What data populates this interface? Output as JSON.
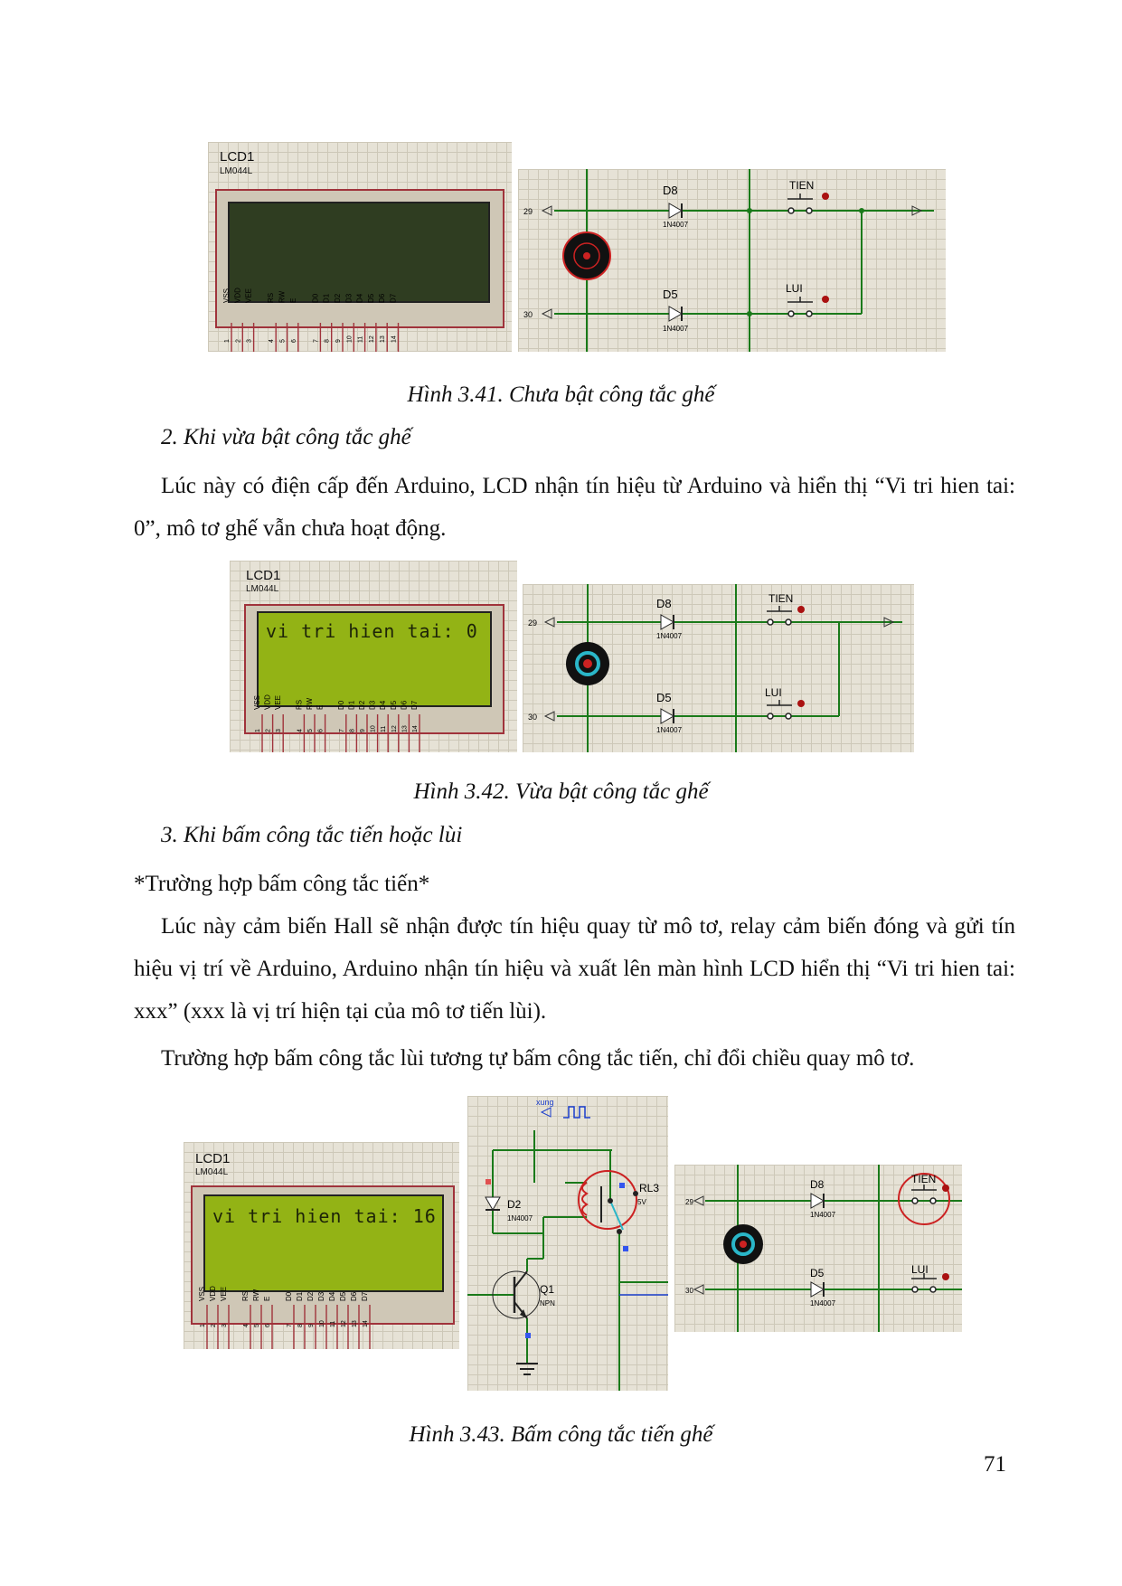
{
  "figures": [
    {
      "caption": "Hình 3.41. Chưa bật công tắc ghế",
      "lcd": {
        "title": "LCD1",
        "model": "LM044L",
        "screen_on": false,
        "text": ""
      },
      "circuit": {
        "diode_top": "D8",
        "diode_top_model": "1N4007",
        "diode_bottom": "D5",
        "diode_bottom_model": "1N4007",
        "switch_top": "TIEN",
        "switch_bottom": "LUI",
        "terminal_top": "29",
        "terminal_bottom": "30"
      }
    },
    {
      "caption": "Hình 3.42. Vừa bật công tắc ghế",
      "lcd": {
        "title": "LCD1",
        "model": "LM044L",
        "screen_on": true,
        "text": "vi tri hien tai: 0"
      },
      "circuit": {
        "diode_top": "D8",
        "diode_top_model": "1N4007",
        "diode_bottom": "D5",
        "diode_bottom_model": "1N4007",
        "switch_top": "TIEN",
        "switch_bottom": "LUI",
        "terminal_top": "29",
        "terminal_bottom": "30"
      }
    },
    {
      "caption": "Hình 3.43. Bấm công tắc tiến ghế",
      "lcd": {
        "title": "LCD1",
        "model": "LM044L",
        "screen_on": true,
        "text": "vi tri hien tai: 16"
      },
      "relay": {
        "signal": "xung",
        "diode": "D2",
        "diode_model": "1N4007",
        "relay": "RL3",
        "relay_voltage": "5V",
        "transistor": "Q1",
        "transistor_type": "NPN"
      },
      "circuit": {
        "diode_top": "D8",
        "diode_top_model": "1N4007",
        "diode_bottom": "D5",
        "diode_bottom_model": "1N4007",
        "switch_top": "TIEN",
        "switch_bottom": "LUI",
        "terminal_top": "29",
        "terminal_bottom": "30"
      }
    }
  ],
  "lcd_pins": [
    "VSS",
    "VDD",
    "VEE",
    "RS",
    "RW",
    "E",
    "D0",
    "D1",
    "D2",
    "D3",
    "D4",
    "D5",
    "D6",
    "D7"
  ],
  "lcd_pin_numbers": [
    "1",
    "2",
    "3",
    "4",
    "5",
    "6",
    "7",
    "8",
    "9",
    "10",
    "11",
    "12",
    "13",
    "14"
  ],
  "sections": {
    "s2_heading": "2. Khi vừa bật công tắc ghế",
    "s2_para": "Lúc này có điện cấp đến Arduino, LCD nhận tín hiệu từ Arduino và hiển thị “Vi tri hien tai: 0”, mô tơ ghế vẫn chưa hoạt động.",
    "s3_heading": "3. Khi bấm công tắc tiến hoặc lùi",
    "s3_case": "*Trường hợp bấm công tắc tiến*",
    "s3_para1": "Lúc này cảm biến Hall sẽ nhận được tín hiệu quay từ mô tơ, relay cảm biến đóng và gửi tín hiệu vị trí về Arduino, Arduino nhận tín hiệu và xuất lên màn hình LCD hiển thị “Vi tri hien tai: xxx” (xxx là vị trí hiện tại của mô tơ tiến lùi).",
    "s3_para2": "Trường hợp bấm công tắc lùi tương tự bấm công tắc tiến, chỉ đổi chiều quay mô tơ."
  },
  "page_number": "71",
  "colors": {
    "wire": "#1a7a1a",
    "accent": "#cc2222",
    "lcd_on": "#93b315",
    "lcd_off": "#2f3d21",
    "grid": "#e6e2d6"
  }
}
